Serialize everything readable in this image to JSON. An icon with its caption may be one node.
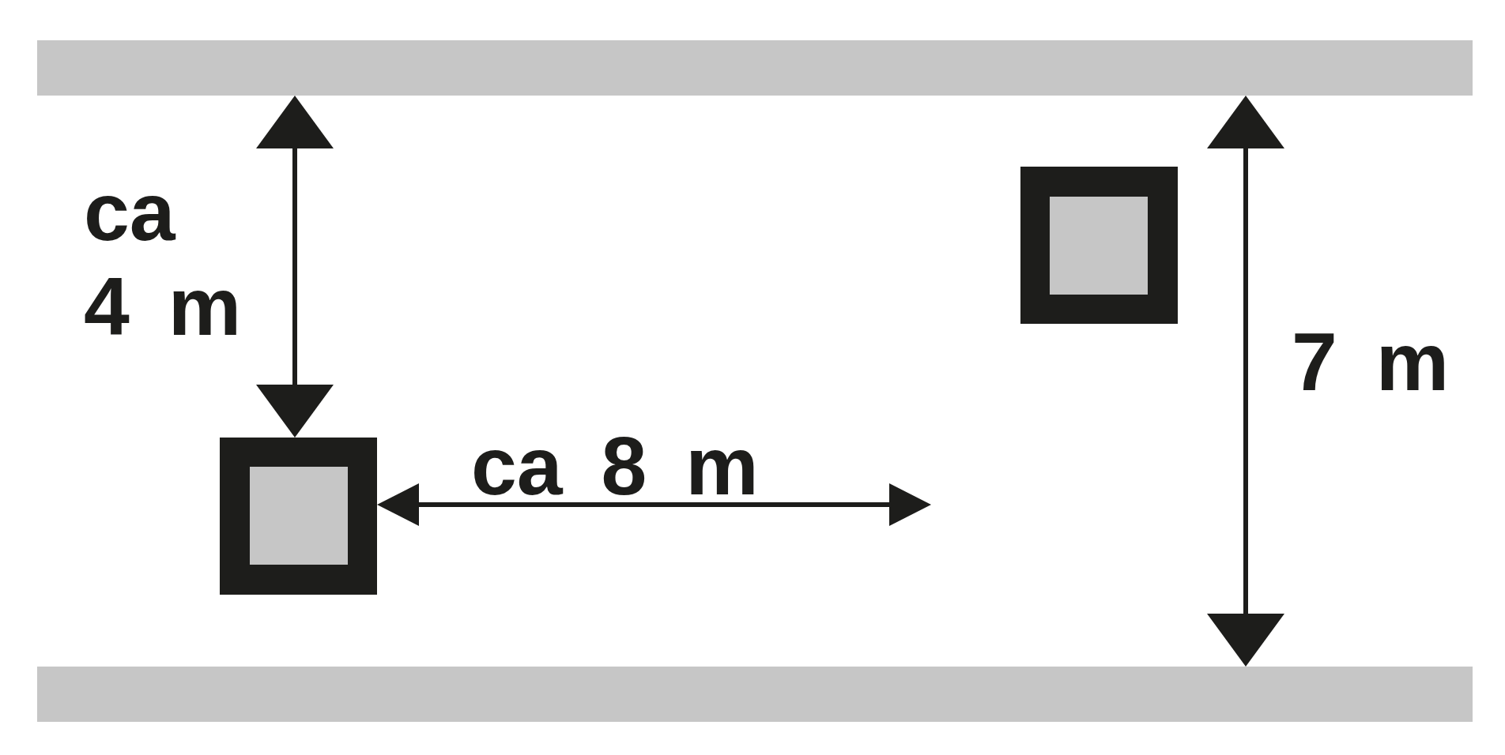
{
  "diagram": {
    "labels": [
      "ca 4 m",
      "ca 8 m",
      "7 m"
    ]
  }
}
